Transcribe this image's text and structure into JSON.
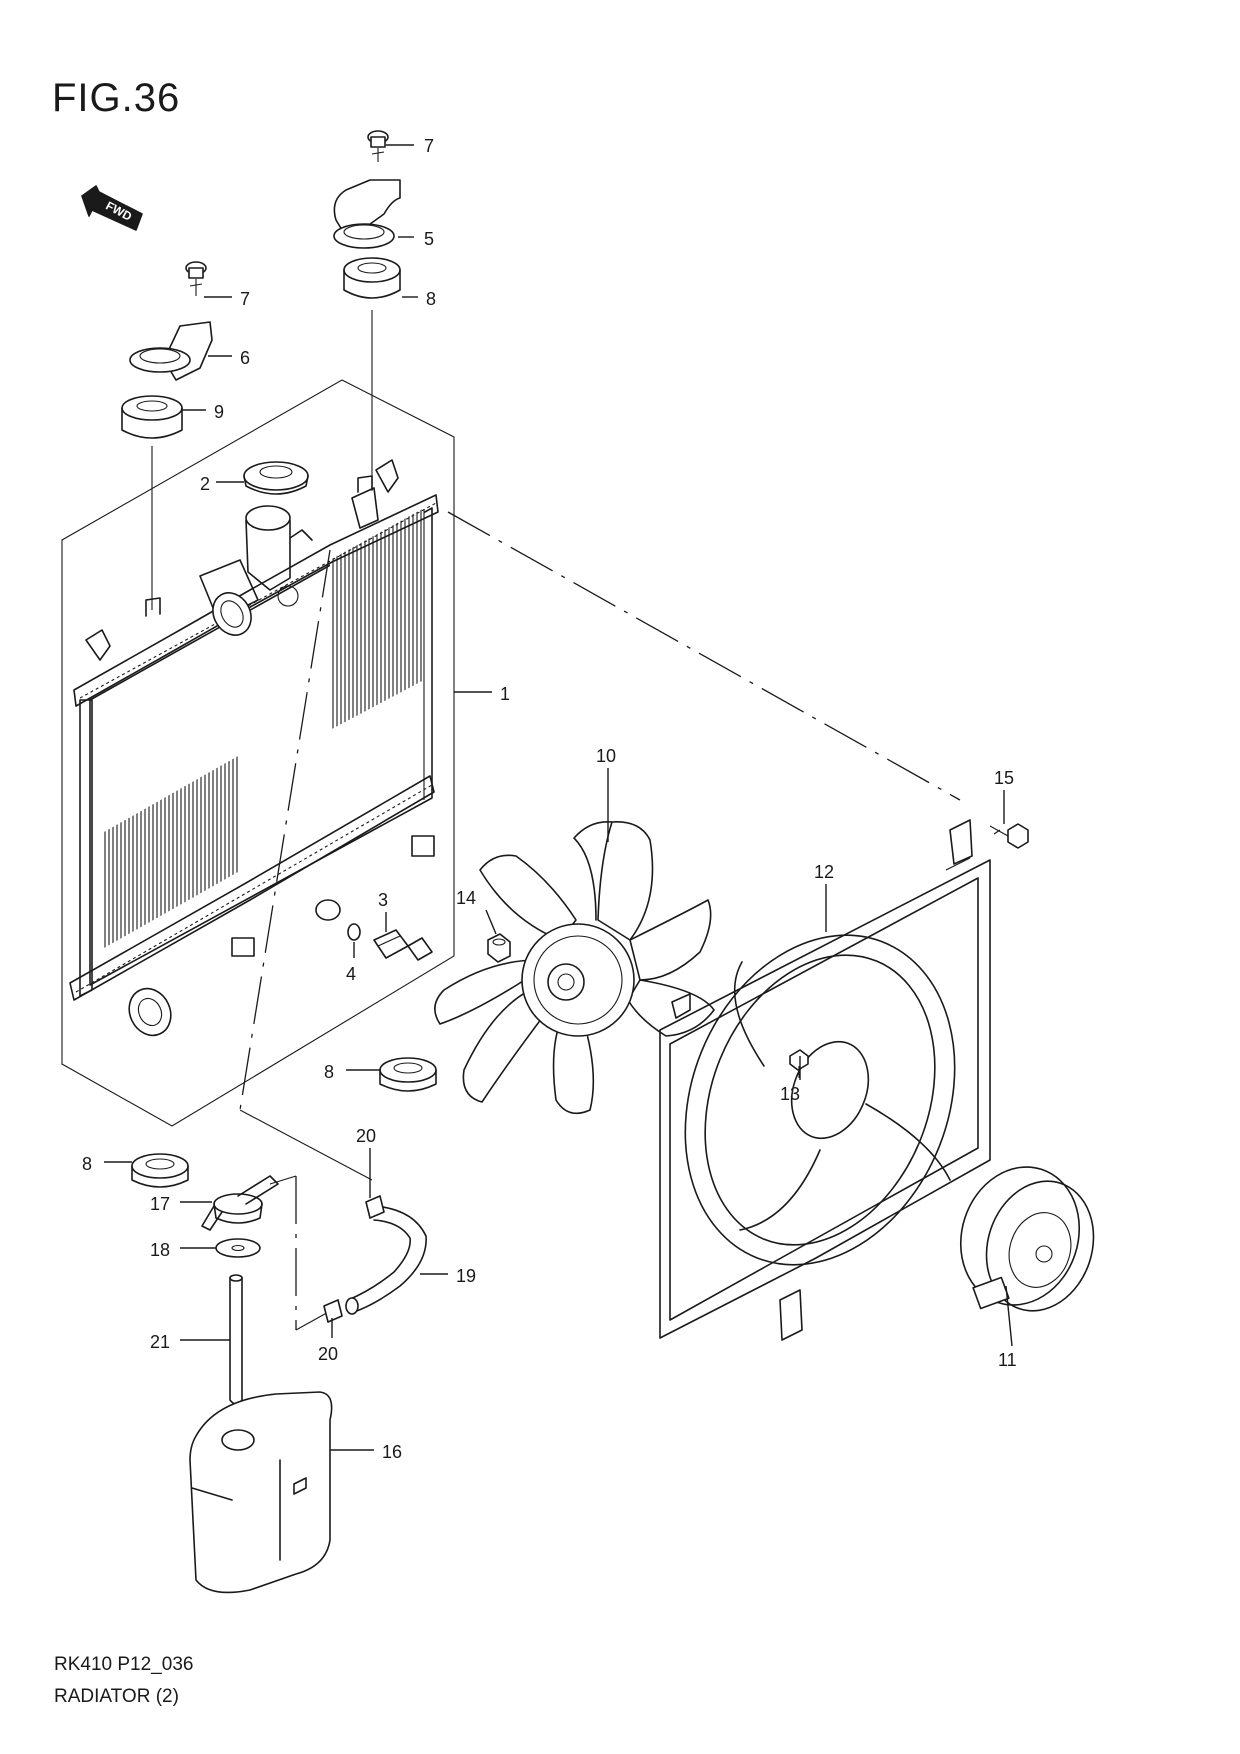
{
  "figure": {
    "title": "FIG.36",
    "code": "RK410 P12_036",
    "name": "RADIATOR (2)",
    "fwd_label": "FWD"
  },
  "callouts": [
    {
      "id": "c1",
      "label": "1"
    },
    {
      "id": "c2",
      "label": "2"
    },
    {
      "id": "c3",
      "label": "3"
    },
    {
      "id": "c4",
      "label": "4"
    },
    {
      "id": "c5",
      "label": "5"
    },
    {
      "id": "c6",
      "label": "6"
    },
    {
      "id": "c7a",
      "label": "7"
    },
    {
      "id": "c7b",
      "label": "7"
    },
    {
      "id": "c8a",
      "label": "8"
    },
    {
      "id": "c8b",
      "label": "8"
    },
    {
      "id": "c8c",
      "label": "8"
    },
    {
      "id": "c9",
      "label": "9"
    },
    {
      "id": "c10",
      "label": "10"
    },
    {
      "id": "c11",
      "label": "11"
    },
    {
      "id": "c12",
      "label": "12"
    },
    {
      "id": "c13",
      "label": "13"
    },
    {
      "id": "c14",
      "label": "14"
    },
    {
      "id": "c15",
      "label": "15"
    },
    {
      "id": "c16",
      "label": "16"
    },
    {
      "id": "c17",
      "label": "17"
    },
    {
      "id": "c18",
      "label": "18"
    },
    {
      "id": "c19",
      "label": "19"
    },
    {
      "id": "c20a",
      "label": "20"
    },
    {
      "id": "c20b",
      "label": "20"
    },
    {
      "id": "c21",
      "label": "21"
    }
  ]
}
